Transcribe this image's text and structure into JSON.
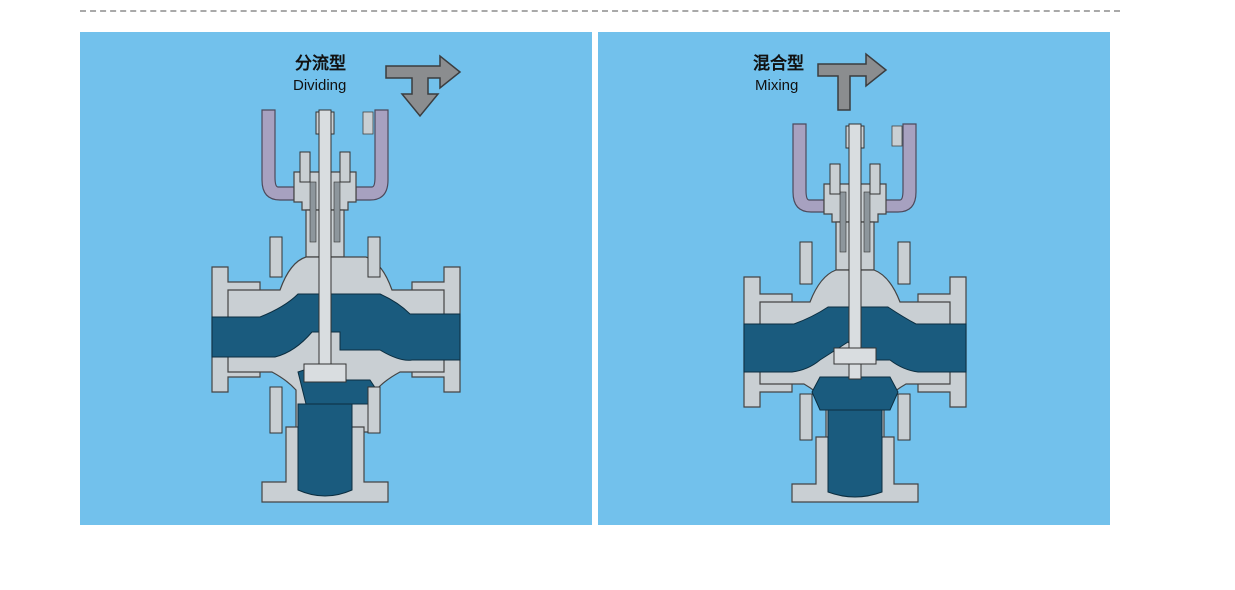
{
  "colors": {
    "background": "#ffffff",
    "panel": "#72c1ec",
    "fluid": "#1a5b7e",
    "metal": "#c9cfd3",
    "metal_dark": "#8d969c",
    "yoke": "#a7a1c0",
    "arrow": "#8b8d8f",
    "divider": "#a9a9a9"
  },
  "panels": [
    {
      "type": "dividing",
      "label_cn": "分流型",
      "label_en": "Dividing",
      "arrow_icon": "split-flow-arrow-icon"
    },
    {
      "type": "mixing",
      "label_cn": "混合型",
      "label_en": "Mixing",
      "arrow_icon": "merge-flow-arrow-icon"
    }
  ]
}
